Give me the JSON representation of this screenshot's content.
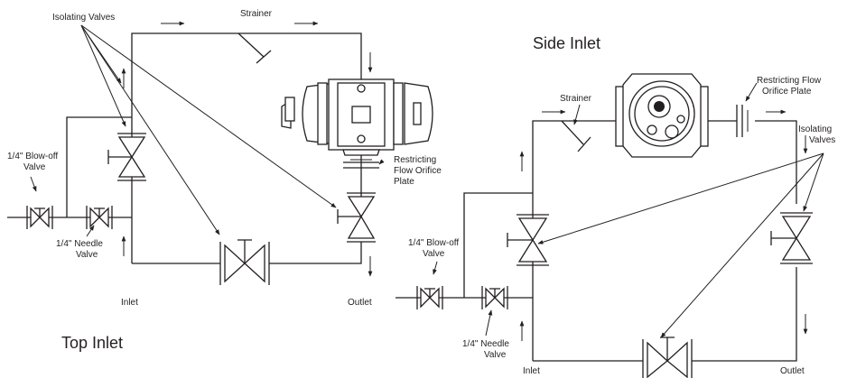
{
  "top_inlet": {
    "title": "Top Inlet",
    "isolating_valves": "Isolating Valves",
    "strainer": "Strainer",
    "blowoff_1": "1/4\" Blow-off",
    "blowoff_2": "Valve",
    "needle_1": "1/4\" Needle",
    "needle_2": "Valve",
    "orifice_1": "Restricting",
    "orifice_2": "Flow Orifice",
    "orifice_3": "Plate",
    "inlet": "Inlet",
    "outlet": "Outlet"
  },
  "side_inlet": {
    "title": "Side Inlet",
    "strainer": "Strainer",
    "orifice_1": "Restricting Flow",
    "orifice_2": "Orifice Plate",
    "isolating_1": "Isolating",
    "isolating_2": "Valves",
    "blowoff_1": "1/4\" Blow-off",
    "blowoff_2": "Valve",
    "needle_1": "1/4\" Needle",
    "needle_2": "Valve",
    "inlet": "Inlet",
    "outlet": "Outlet"
  }
}
